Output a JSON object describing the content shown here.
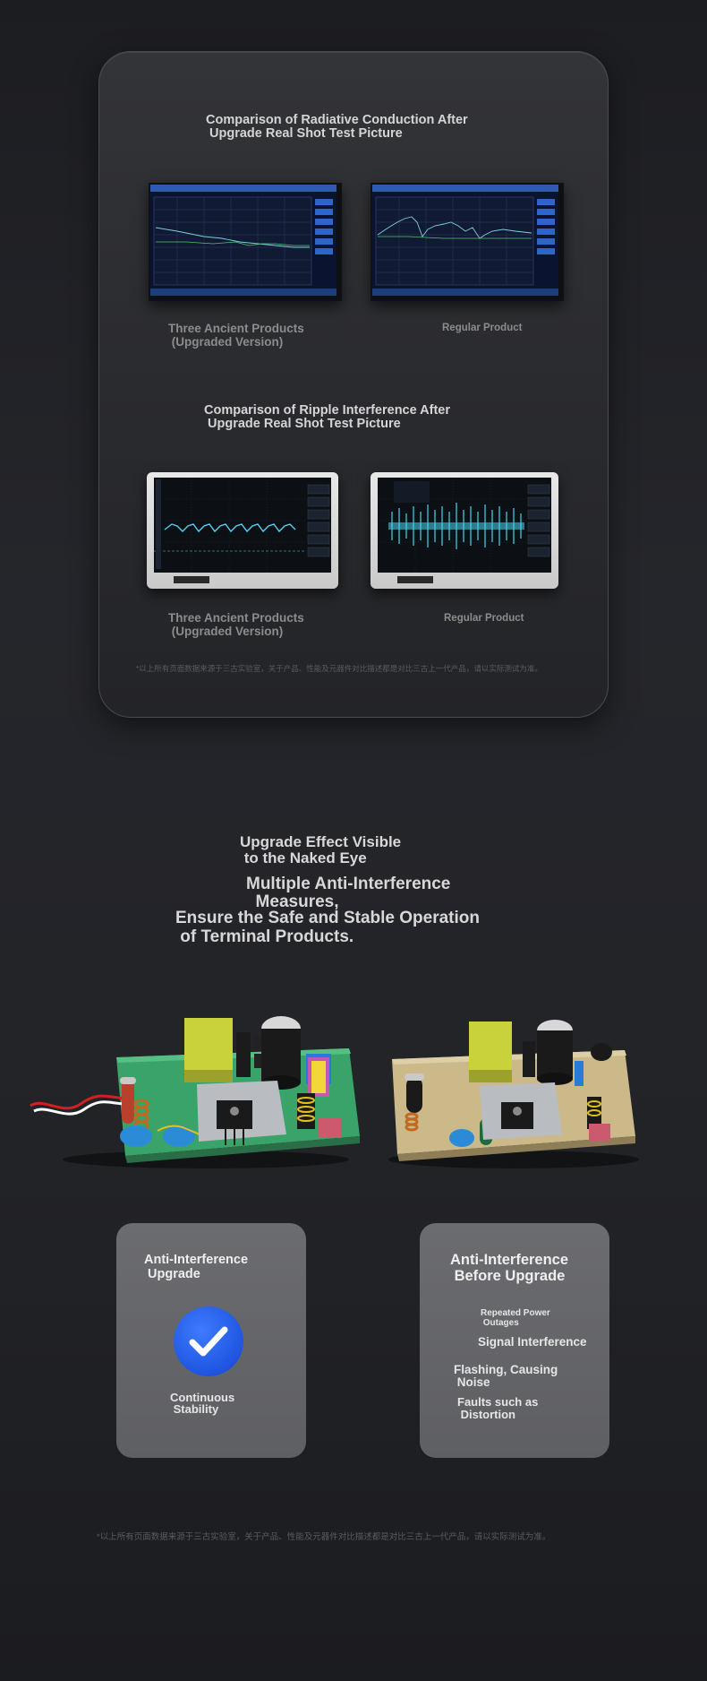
{
  "top_panel": {
    "radiative_title": "Comparison of Radiative Conduction After\n Upgrade Real Shot Test Picture",
    "ripple_title": "Comparison of Ripple Interference After\n Upgrade Real Shot Test Picture",
    "caption_upgraded": "Three Ancient Products\n (Upgraded Version)",
    "caption_regular": "Regular Product",
    "note": "*以上所有页面数据来源于三古实验室，关于产品、性能及元器件对比描述都是对比三古上一代产品，请以实际测试为准。"
  },
  "middle": {
    "headline": "Upgrade Effect Visible\n to the Naked Eye",
    "subheadline": "Multiple Anti-Interference\n  Measures,",
    "line3": "Ensure the Safe and Stable Operation\n of Terminal Products."
  },
  "cards": {
    "left": {
      "title": "Anti-Interference\n Upgrade",
      "text": "Continuous\n Stability"
    },
    "right": {
      "title": "Anti-Interference\n Before Upgrade",
      "item1": "Repeated Power\n Outages",
      "item2": "Signal Interference",
      "item3": "Flashing, Causing\n Noise",
      "item4": "Faults such as\n Distortion"
    }
  },
  "footer_note": "*以上所有页面数据来源于三古实验室，关于产品、性能及元器件对比描述都是对比三古上一代产品，请以实际测试为准。",
  "colors": {
    "accent_blue": "#2a62f0",
    "waveform_cyan": "#4fd3f0"
  }
}
